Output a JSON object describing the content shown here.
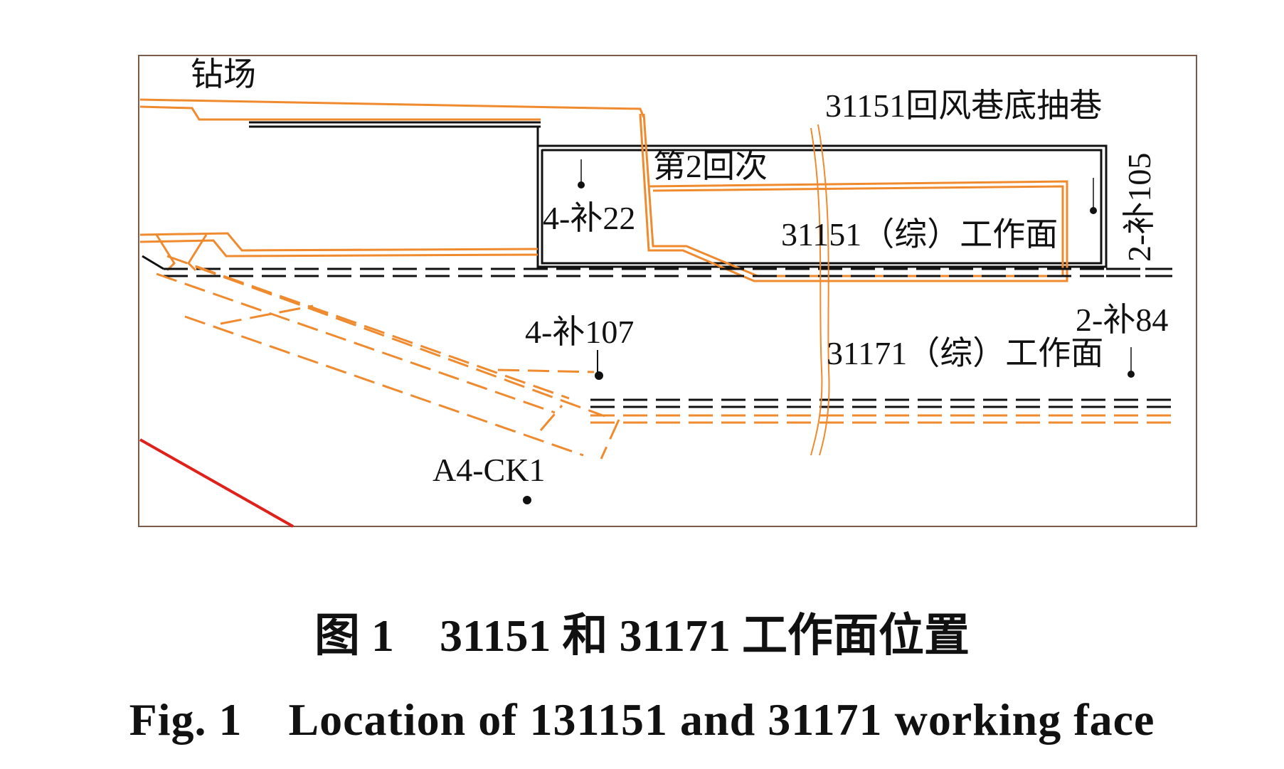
{
  "labels": {
    "drill_site": "钻场",
    "return_roadway": "31151回风巷底抽巷",
    "round2": "第2回次",
    "hole_4b22": "4-补22",
    "face_31151": "31151（综）工作面",
    "hole_2b105": "2-补105",
    "hole_4b107": "4-补107",
    "hole_2b84": "2-补84",
    "face_31171": "31171（综）工作面",
    "hole_a4ck1": "A4-CK1"
  },
  "caption": {
    "cn": "图 1　31151 和 31171 工作面位置",
    "en": "Fig. 1　Location of 131151 and 31171 working face"
  },
  "colors": {
    "roadway": "#f08a2e",
    "black": "#111111",
    "fault": "#e0201a",
    "frame": "#7a5a48"
  }
}
